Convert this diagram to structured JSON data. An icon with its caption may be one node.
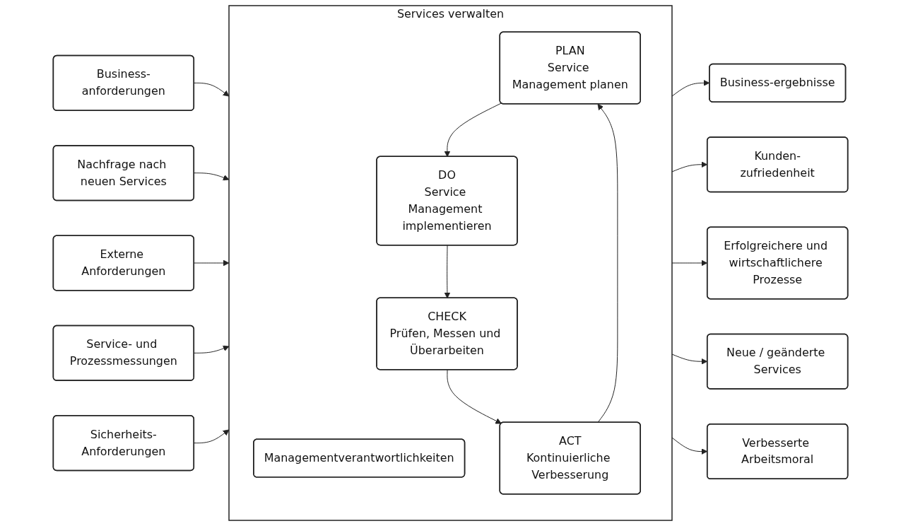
{
  "diagram": {
    "nodes": [
      {
        "text": [
          "Services verwalten"
        ]
      },
      {
        "text": [
          "Managementverantwortlichkeiten"
        ],
        "in": 0
      },
      {
        "text": [
          "PLAN",
          "Service Management planen"
        ],
        "in": 0
      },
      {
        "text": [
          "DO",
          "Service Management implementieren"
        ],
        "in": 0
      },
      {
        "text": [
          "CHECK",
          "Prüfen, Messen und Überarbeiten"
        ],
        "in": 0
      },
      {
        "text": [
          "ACT",
          "Kontinuierliche Verbesserung"
        ],
        "in": 0
      },
      {
        "text": [
          "Business-anforderungen"
        ]
      },
      {
        "text": [
          "Nachfrage nach neuen Services"
        ]
      },
      {
        "text": [
          "Externe Anforderungen"
        ]
      },
      {
        "text": [
          "Service- und Prozessmessungen"
        ]
      },
      {
        "text": [
          "Sicherheits-Anforderungen"
        ]
      },
      {
        "text": [
          "Business-ergebnisse"
        ]
      },
      {
        "text": [
          "Kunden-zufriedenheit"
        ]
      },
      {
        "text": [
          "Erfolgreichere und wirtschaftlichere Prozesse"
        ]
      },
      {
        "text": [
          "Neue / geänderte Services"
        ]
      },
      {
        "text": [
          "Verbesserte Arbeitsmoral"
        ]
      }
    ],
    "edges": [
      {
        "from": 2,
        "to": 3,
        "arrow": "to"
      },
      {
        "from": 3,
        "to": 4,
        "arrow": "to"
      },
      {
        "from": 4,
        "to": 5,
        "arrow": "to"
      },
      {
        "from": 5,
        "to": 2,
        "arrow": "to"
      },
      {
        "from": 6,
        "to": 0,
        "arrow": "to"
      },
      {
        "from": 7,
        "to": 0,
        "arrow": "to"
      },
      {
        "from": 8,
        "to": 0,
        "arrow": "to"
      },
      {
        "from": 9,
        "to": 0,
        "arrow": "to"
      },
      {
        "from": 10,
        "to": 0,
        "arrow": "to"
      },
      {
        "from": 0,
        "to": 11,
        "arrow": "to"
      },
      {
        "from": 0,
        "to": 12,
        "arrow": "to"
      },
      {
        "from": 0,
        "to": 13,
        "arrow": "to"
      },
      {
        "from": 0,
        "to": 14,
        "arrow": "to"
      },
      {
        "from": 0,
        "to": 15,
        "arrow": "to"
      }
    ]
  }
}
